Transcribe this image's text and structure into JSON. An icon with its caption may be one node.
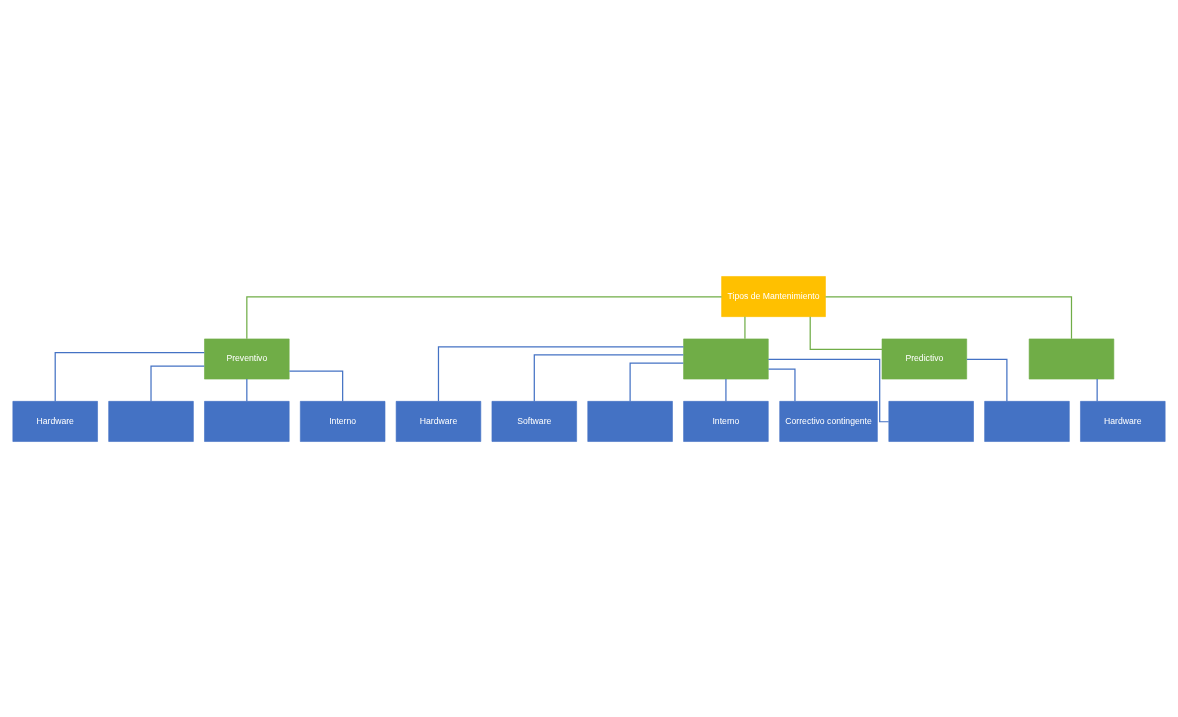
{
  "diagram": {
    "nodes": [
      {
        "text": [
          "Tipos de Mantenimiento"
        ]
      },
      {
        "text": [
          "Preventivo"
        ]
      },
      {
        "text": [],
        "shape": "box"
      },
      {
        "text": [
          "Predictivo"
        ]
      },
      {
        "text": [],
        "shape": "box"
      },
      {
        "text": [
          "Hardware"
        ]
      },
      {
        "text": [],
        "shape": "box"
      },
      {
        "text": [],
        "shape": "box"
      },
      {
        "text": [
          "Interno"
        ]
      },
      {
        "text": [
          "Hardware"
        ]
      },
      {
        "text": [
          "Software"
        ]
      },
      {
        "text": [],
        "shape": "box"
      },
      {
        "text": [
          "Interno"
        ]
      },
      {
        "text": [
          "Correctivo contingente"
        ]
      },
      {
        "text": [],
        "shape": "box"
      },
      {
        "text": [],
        "shape": "box"
      },
      {
        "text": [
          "Hardware"
        ]
      }
    ],
    "edges": [
      {
        "from": 0,
        "to": 1,
        "arrow": "none",
        "color": "#70ad47"
      },
      {
        "from": 0,
        "to": 2,
        "arrow": "none",
        "color": "#70ad47"
      },
      {
        "from": 0,
        "to": 3,
        "arrow": "none",
        "color": "#70ad47"
      },
      {
        "from": 0,
        "to": 4,
        "arrow": "none",
        "color": "#70ad47"
      },
      {
        "from": 1,
        "to": 5,
        "arrow": "none"
      },
      {
        "from": 1,
        "to": 6,
        "arrow": "none"
      },
      {
        "from": 1,
        "to": 7,
        "arrow": "none"
      },
      {
        "from": 1,
        "to": 8,
        "arrow": "none"
      },
      {
        "from": 2,
        "to": 9,
        "arrow": "none"
      },
      {
        "from": 2,
        "to": 10,
        "arrow": "none"
      },
      {
        "from": 2,
        "to": 11,
        "arrow": "none"
      },
      {
        "from": 2,
        "to": 12,
        "arrow": "none"
      },
      {
        "from": 2,
        "to": 13,
        "arrow": "none"
      },
      {
        "from": 2,
        "to": 14,
        "arrow": "none"
      },
      {
        "from": 3,
        "to": 15,
        "arrow": "none"
      },
      {
        "from": 4,
        "to": 16,
        "arrow": "none"
      }
    ]
  }
}
